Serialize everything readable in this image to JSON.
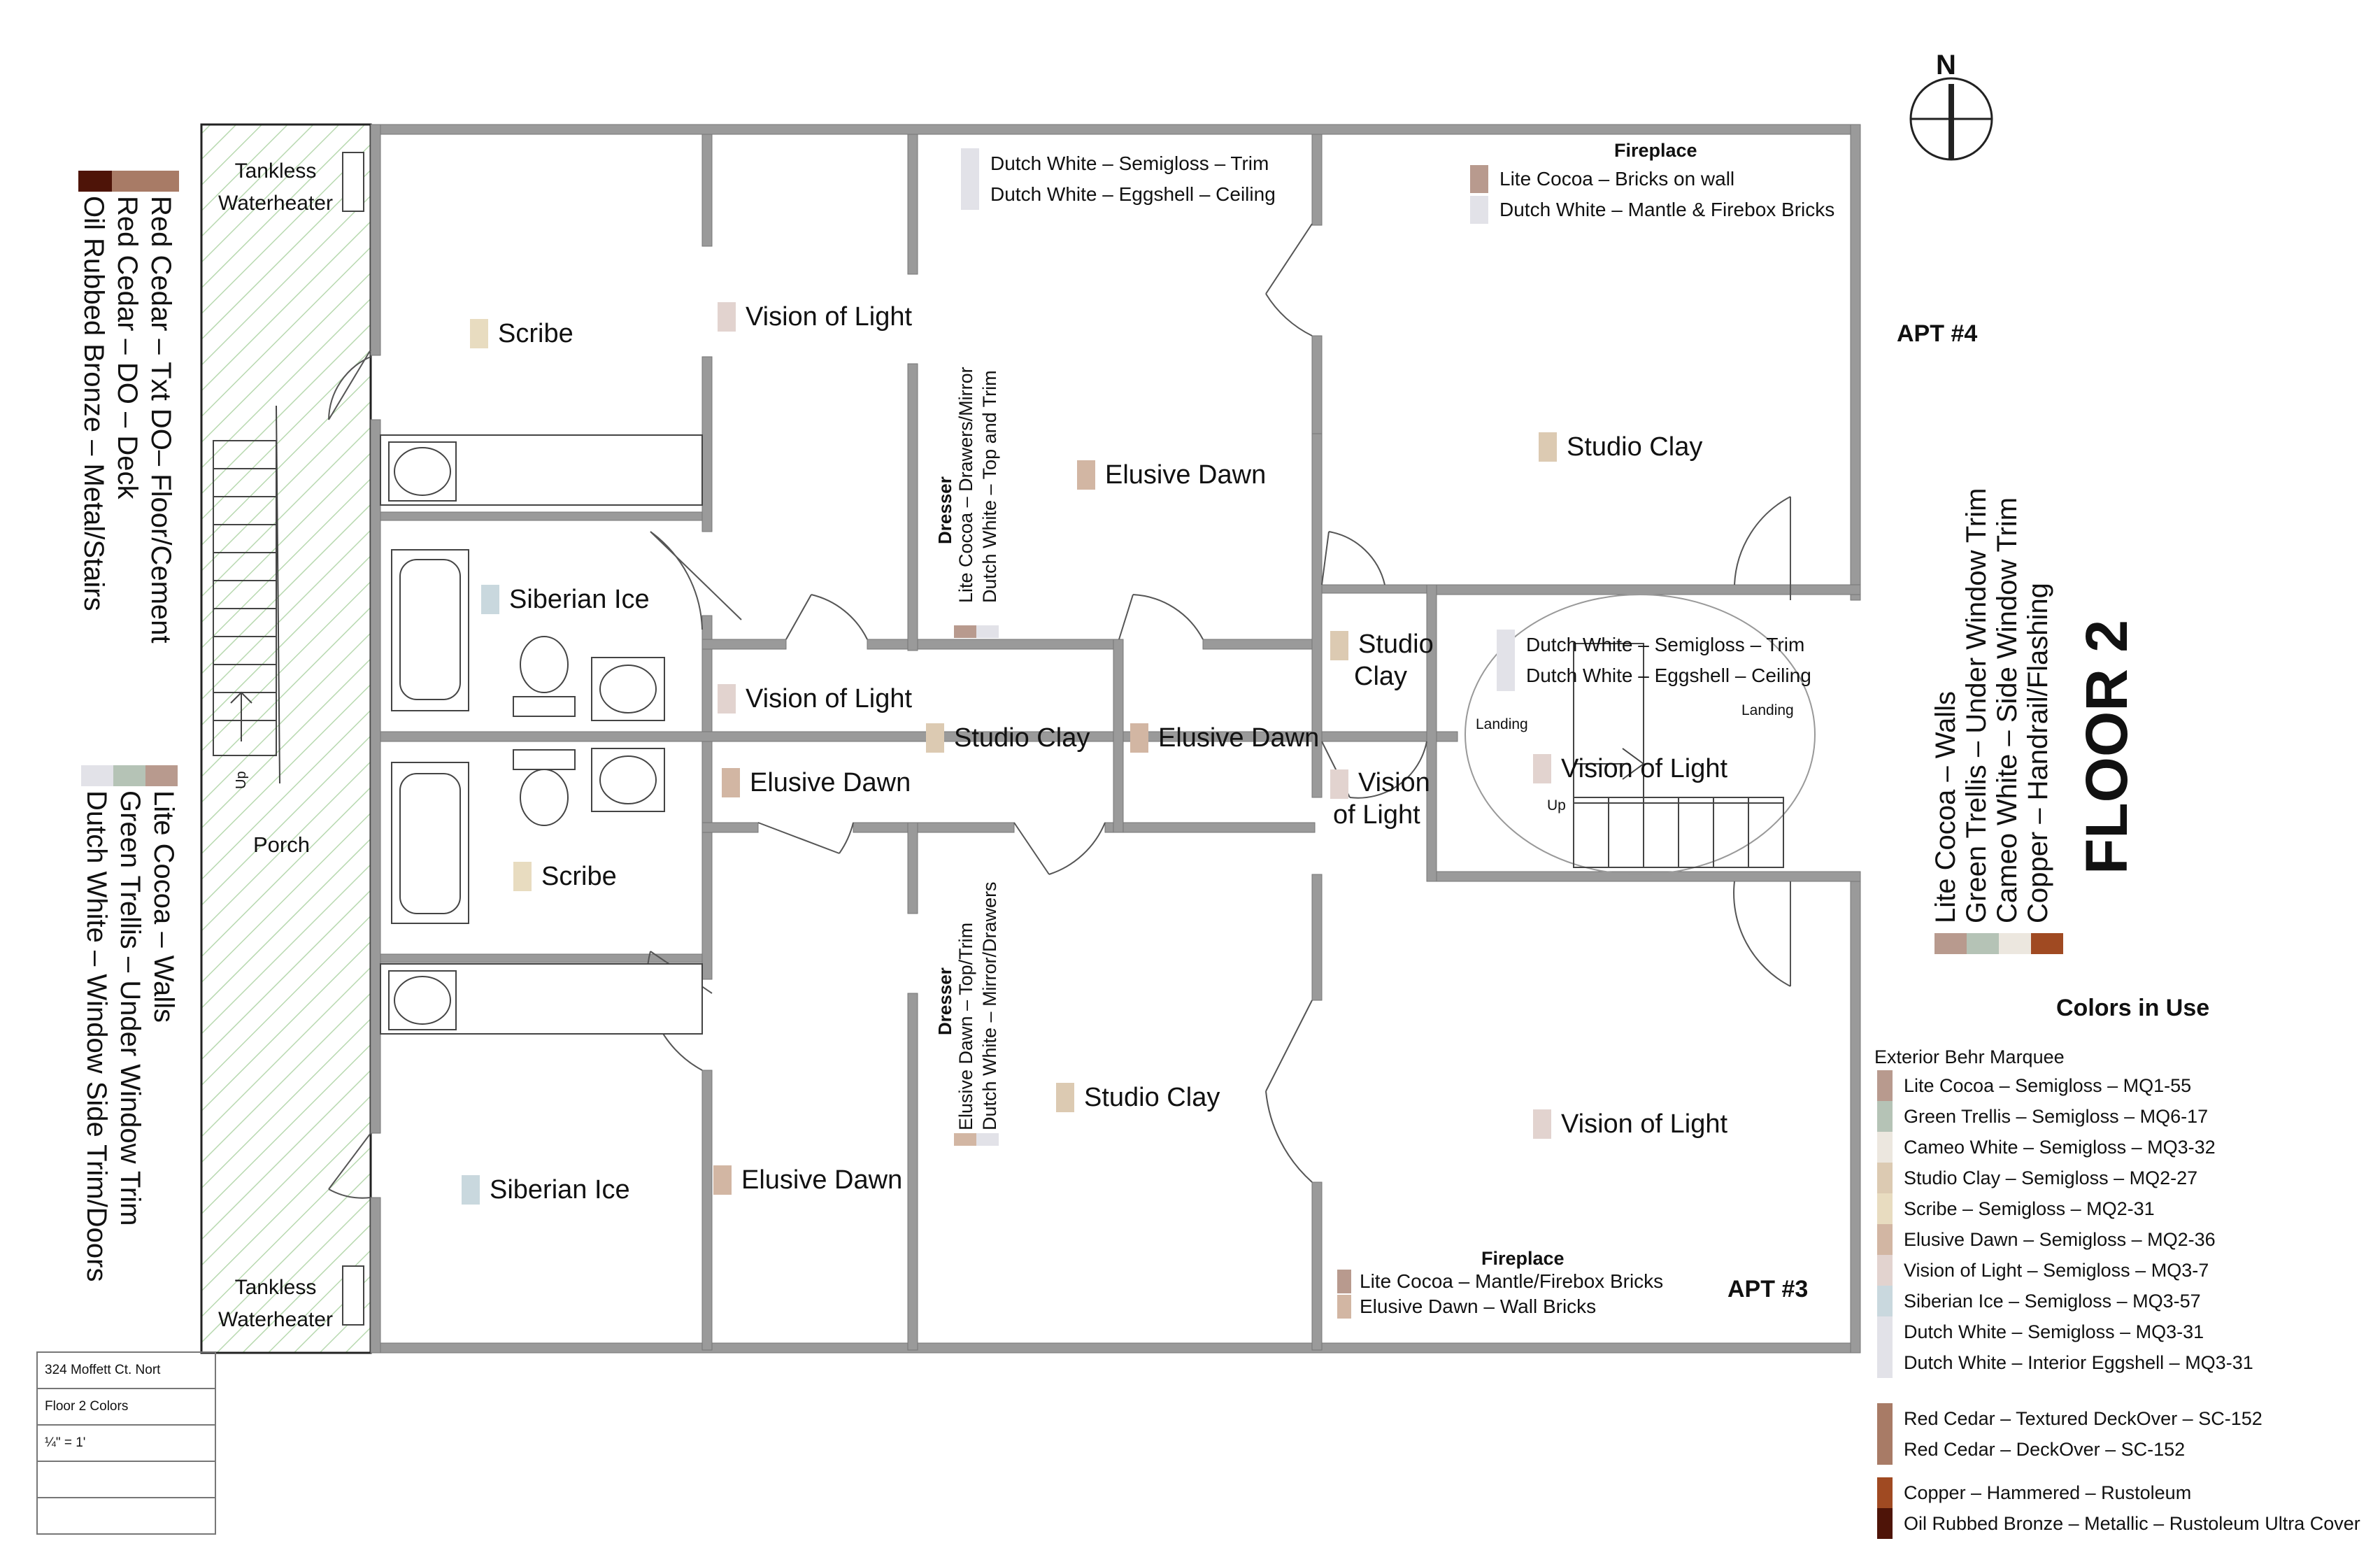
{
  "plan": {
    "title": "FLOOR 2",
    "apartments": [
      "APT #4",
      "APT #3"
    ],
    "compass_label": "N",
    "porch_label": "Porch",
    "waterheater_top": [
      "Tankless",
      "Waterheater"
    ],
    "waterheater_bottom": [
      "Tankless",
      "Waterheater"
    ],
    "stair_up_left": "Up",
    "stair_up_center": "Up",
    "landing_left": "Landing",
    "landing_right": "Landing"
  },
  "rooms": [
    {
      "label": "Scribe",
      "color": "#e8dcc0"
    },
    {
      "label": "Vision of Light",
      "color": "#e2d3cf"
    },
    {
      "label": "Elusive Dawn",
      "color": "#d2b6a3"
    },
    {
      "label": "Studio Clay",
      "color": "#dccab2"
    },
    {
      "label": "Siberian Ice",
      "color": "#c9d8de"
    },
    {
      "label": "Vision of Light",
      "color": "#e2d3cf"
    },
    {
      "label": "Studio Clay",
      "color": "#dccab2"
    },
    {
      "label": "Elusive Dawn",
      "color": "#d2b6a3"
    },
    {
      "label": "Studio",
      "label2": "Clay",
      "color": "#dccab2"
    },
    {
      "label": "Elusive Dawn",
      "color": "#d2b6a3"
    },
    {
      "label": "Vision",
      "label2": "of Light",
      "color": "#e2d3cf"
    },
    {
      "label": "Vision of Light",
      "color": "#e2d3cf"
    },
    {
      "label": "Scribe",
      "color": "#e8dcc0"
    },
    {
      "label": "Studio Clay",
      "color": "#dccab2"
    },
    {
      "label": "Siberian Ice",
      "color": "#c9d8de"
    },
    {
      "label": "Elusive Dawn",
      "color": "#d2b6a3"
    },
    {
      "label": "Vision of Light",
      "color": "#e2d3cf"
    }
  ],
  "notes": {
    "trim_top": [
      "Dutch White – Semigloss – Trim",
      "Dutch White – Eggshell – Ceiling"
    ],
    "fireplace_top_title": "Fireplace",
    "fireplace_top": [
      "Lite Cocoa – Bricks on wall",
      "Dutch White – Mantle & Firebox Bricks"
    ],
    "trim_stair": [
      "Dutch White – Semigloss – Trim",
      "Dutch White – Eggshell – Ceiling"
    ],
    "fireplace_bottom_title": "Fireplace",
    "fireplace_bottom": [
      "Lite Cocoa – Mantle/Firebox Bricks",
      "Elusive Dawn – Wall Bricks"
    ],
    "dresser_top_title": "Dresser",
    "dresser_top": [
      "Lite Cocoa – Drawers/Mirror",
      "Dutch White – Top and Trim"
    ],
    "dresser_bottom_title": "Dresser",
    "dresser_bottom": [
      "Elusive Dawn – Top/Trim",
      "Dutch White – Mirror/Drawers"
    ]
  },
  "left_legend_a": [
    "Red Cedar – Txt DO– Floor/Cement",
    "Red Cedar – DO – Deck",
    "Oil Rubbed Bronze – Metal/Stairs"
  ],
  "left_legend_b": [
    "Lite Cocoa – Walls",
    "Green Trellis – Under Window Trim",
    "Dutch White – Window Side Trim/Doors"
  ],
  "right_legend": [
    "Lite Cocoa – Walls",
    "Green Trellis – Under Window Trim",
    "Cameo White – Side Window Trim",
    "Copper – Handrail/Flashing"
  ],
  "colors": {
    "lite_cocoa": "#b89a8e",
    "green_trellis": "#b5c3b6",
    "cameo_white": "#ece7df",
    "studio_clay": "#dccab2",
    "scribe": "#e8dcc0",
    "elusive_dawn": "#d2b6a3",
    "vision_of_light": "#e2d3cf",
    "siberian_ice": "#c9d8de",
    "dutch_white": "#e2e2e8",
    "red_cedar": "#a87b66",
    "copper": "#a04a22",
    "oil_rubbed_bronze": "#4e1408",
    "wall": "#9a9a9a"
  },
  "colors_in_use": {
    "title": "Colors in Use",
    "subtitle": "Exterior Behr Marquee",
    "group1": [
      {
        "label": "Lite Cocoa – Semigloss – MQ1-55",
        "color": "#b89a8e"
      },
      {
        "label": "Green Trellis – Semigloss – MQ6-17",
        "color": "#b5c3b6"
      },
      {
        "label": "Cameo White – Semigloss – MQ3-32",
        "color": "#ece7df"
      },
      {
        "label": "Studio Clay – Semigloss – MQ2-27",
        "color": "#dccab2"
      },
      {
        "label": "Scribe – Semigloss – MQ2-31",
        "color": "#e8dcc0"
      },
      {
        "label": "Elusive Dawn – Semigloss – MQ2-36",
        "color": "#d2b6a3"
      },
      {
        "label": "Vision of Light – Semigloss – MQ3-7",
        "color": "#e2d3cf"
      },
      {
        "label": "Siberian Ice – Semigloss – MQ3-57",
        "color": "#c9d8de"
      },
      {
        "label": "Dutch White – Semigloss – MQ3-31",
        "color": "#e2e2e8"
      },
      {
        "label": "Dutch White – Interior Eggshell – MQ3-31",
        "color": "#e2e2e8"
      }
    ],
    "group2": [
      {
        "label": "Red Cedar – Textured DeckOver – SC-152",
        "color": "#a87b66"
      },
      {
        "label": "Red Cedar – DeckOver – SC-152",
        "color": "#a87b66"
      }
    ],
    "group3": [
      {
        "label": "Copper – Hammered – Rustoleum",
        "color": "#a04a22"
      },
      {
        "label": "Oil Rubbed Bronze – Metallic – Rustoleum Ultra Cover",
        "color": "#4e1408"
      }
    ]
  },
  "title_block": [
    "324 Moffett Ct. Nort",
    "Floor 2 Colors",
    "¼\" = 1'",
    "",
    ""
  ]
}
